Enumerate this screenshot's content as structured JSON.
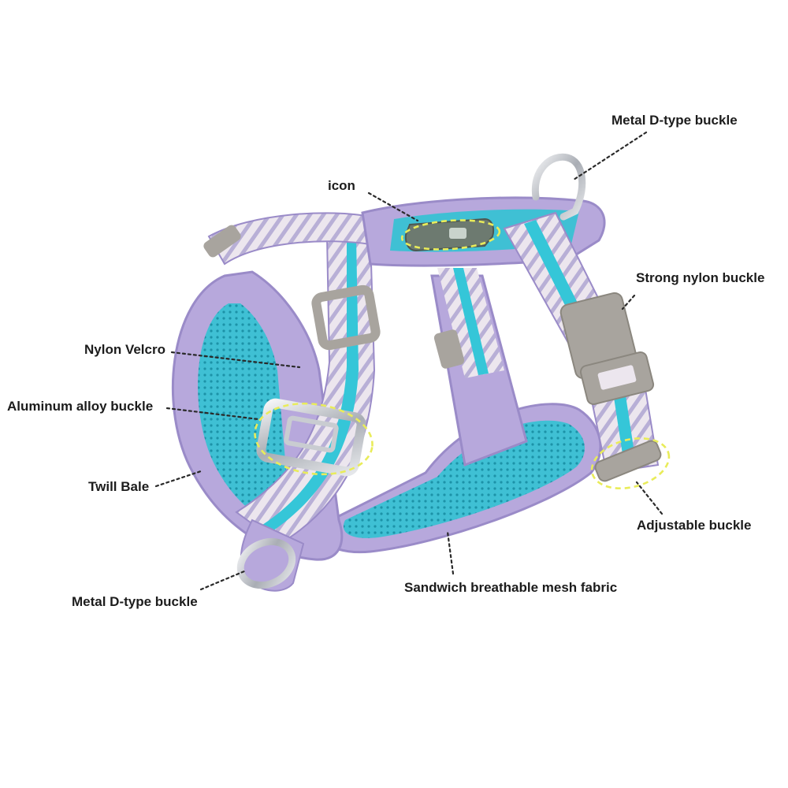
{
  "product": {
    "name": "dog harness",
    "colors": {
      "lavender": "#b7a8dc",
      "lavender_dark": "#9a8bc8",
      "aqua": "#35c6d8",
      "aqua_dark": "#1fa6b9",
      "mesh": "#3fc0d4",
      "hardware_grey": "#a8a49e",
      "metal": "#c9ccd1",
      "highlight": "#e9ec5a"
    }
  },
  "callouts": [
    {
      "id": "metal-d-ring-top",
      "text": "Metal D-type buckle"
    },
    {
      "id": "icon",
      "text": "icon"
    },
    {
      "id": "strong-nylon-buckle",
      "text": "Strong nylon buckle"
    },
    {
      "id": "nylon-velcro",
      "text": "Nylon Velcro"
    },
    {
      "id": "aluminum-alloy-buckle",
      "text": "Aluminum alloy buckle"
    },
    {
      "id": "twill-bale",
      "text": "Twill Bale"
    },
    {
      "id": "adjustable-buckle",
      "text": "Adjustable buckle"
    },
    {
      "id": "metal-d-ring-bottom",
      "text": "Metal D-type buckle"
    },
    {
      "id": "mesh-fabric",
      "text": "Sandwich breathable mesh fabric"
    }
  ]
}
